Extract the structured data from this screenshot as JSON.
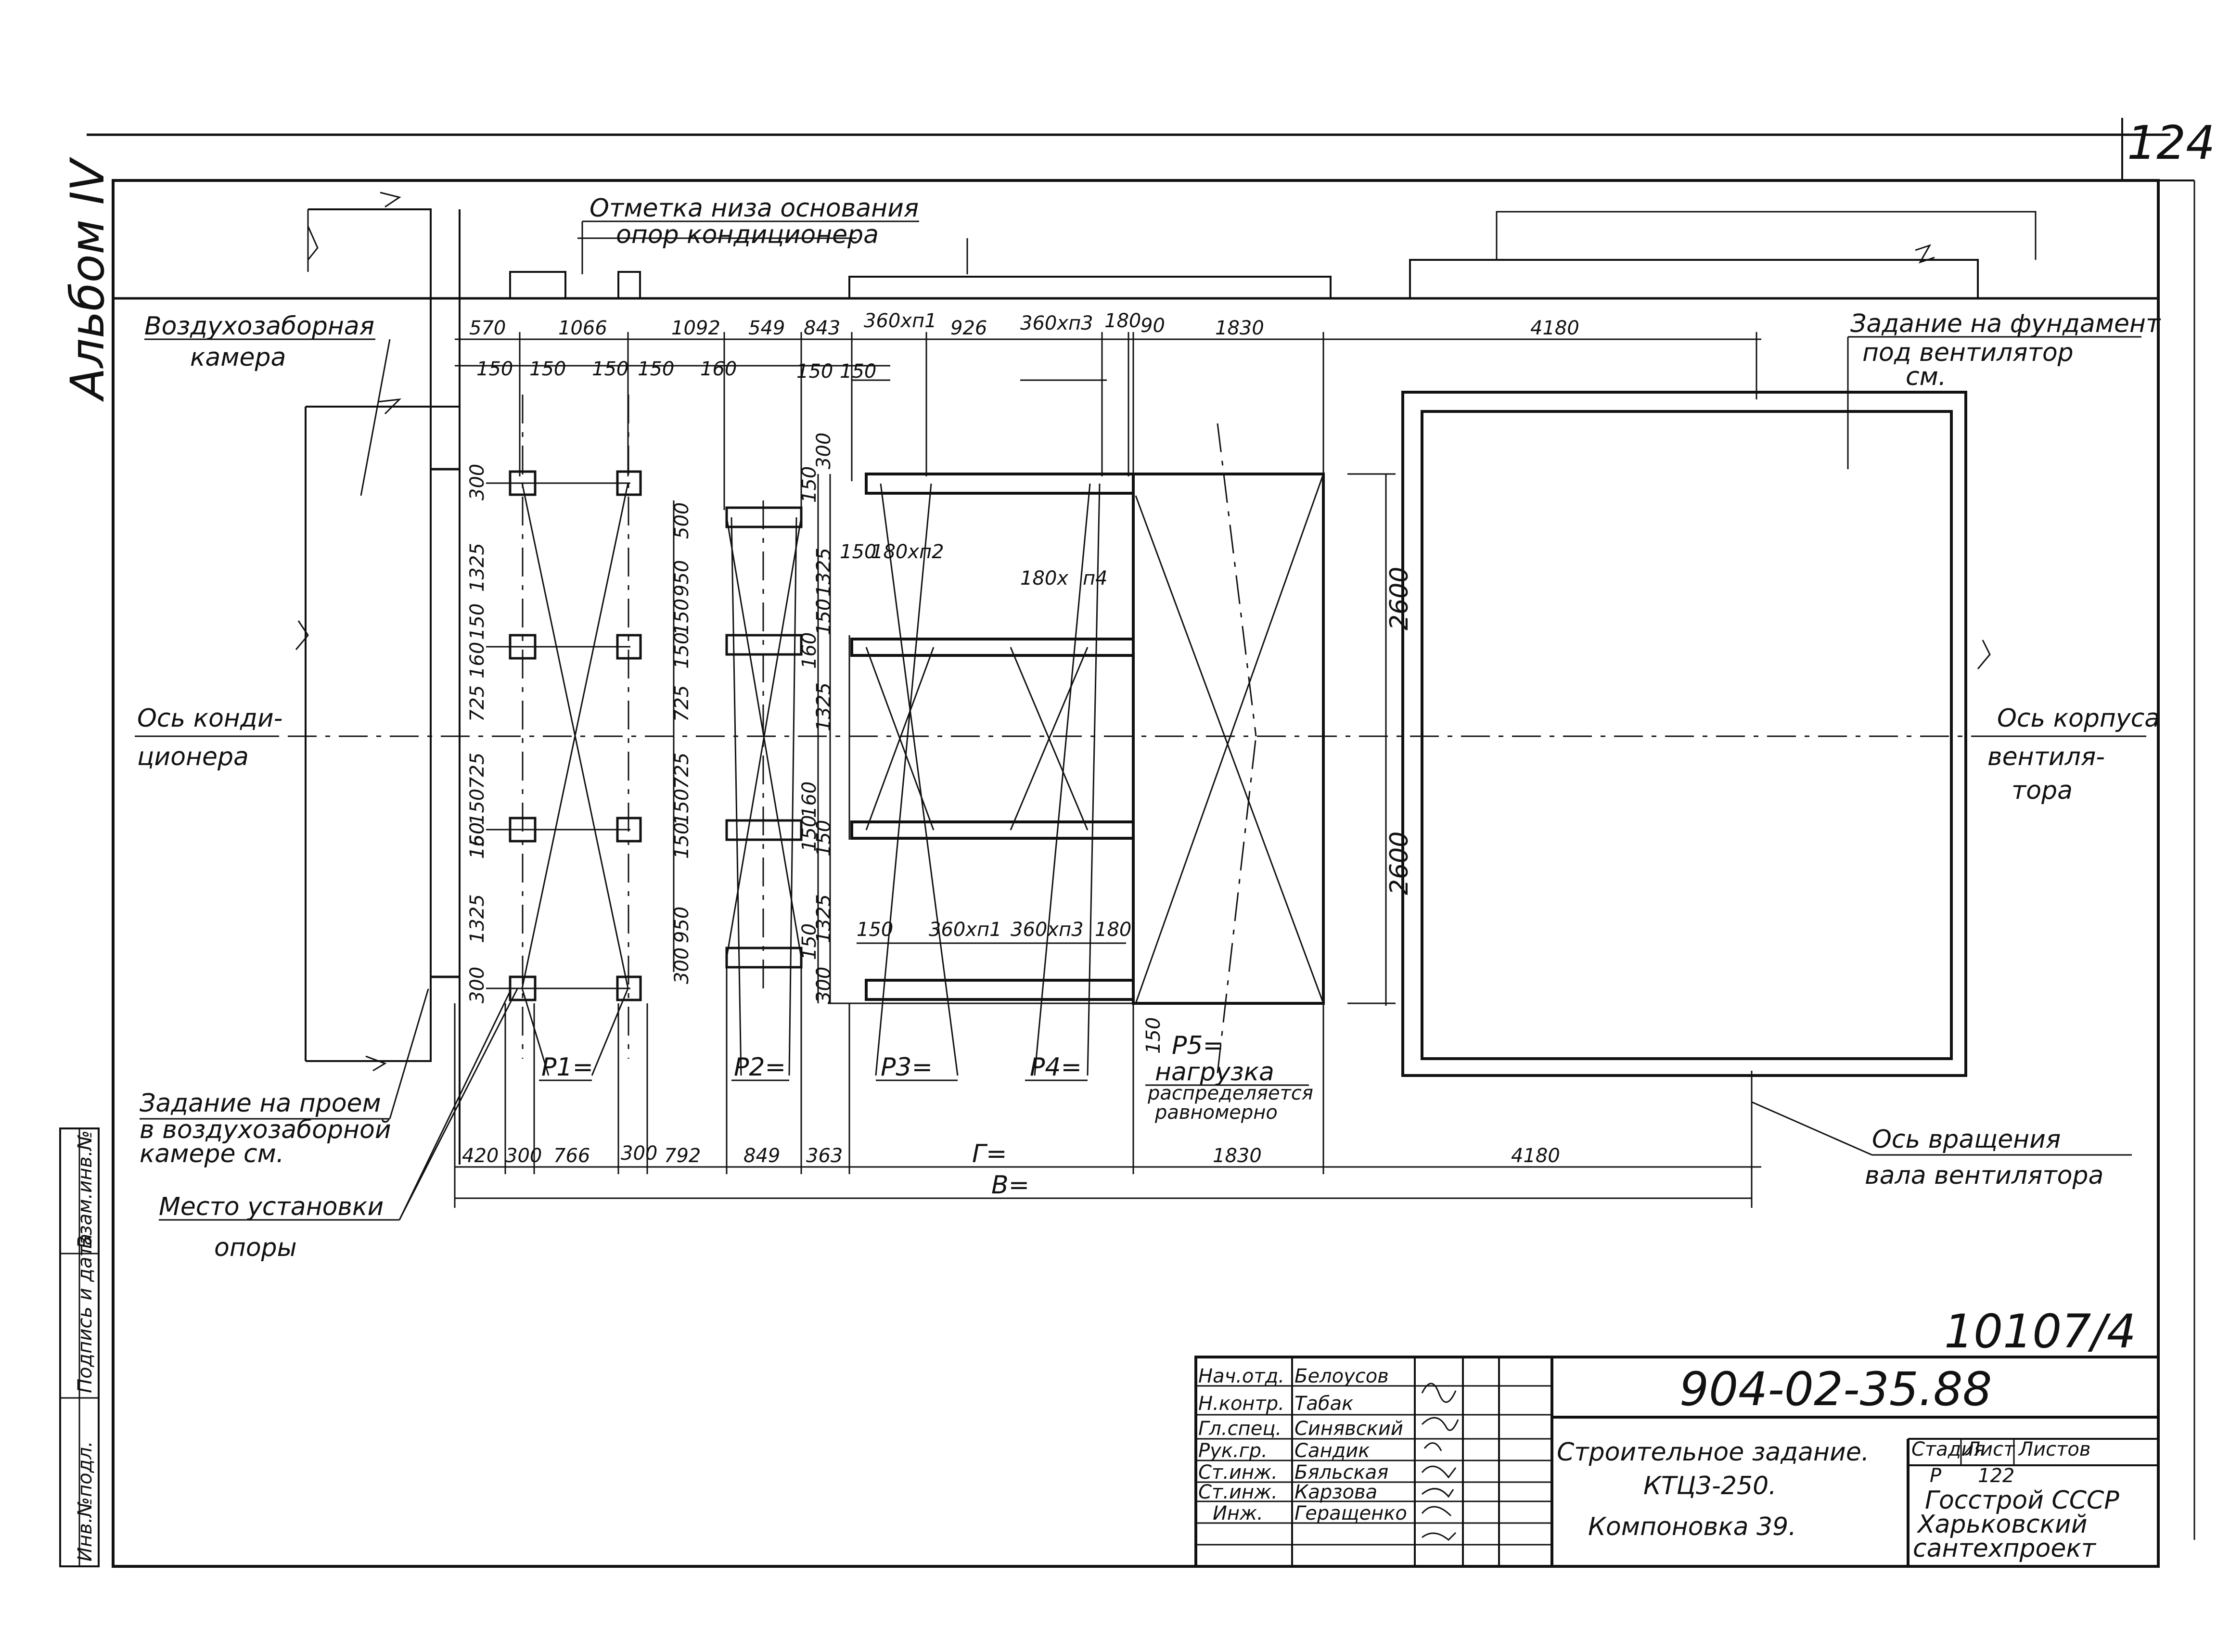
{
  "sheet": {
    "page_number": "124",
    "album": "Альбом IV",
    "inventory": "10107/4",
    "left_strip": [
      "Инв.№подл.",
      "Подпись и дата",
      "Взам.инв.№"
    ]
  },
  "labels": {
    "note_marks_line1": "Отметка низа основания",
    "note_marks_line2": "опор кондиционера",
    "intake_line1": "Воздухозаборная",
    "intake_line2": "камера",
    "foundation_line1": "Задание на фундамент",
    "foundation_line2": "под вентилятор",
    "foundation_line3": "см.",
    "axis_cond_line1": "Ось конди-",
    "axis_cond_line2": "ционера",
    "axis_fan_line1": "Ось корпуса",
    "axis_fan_line2": "вентиля-",
    "axis_fan_line3": "тора",
    "opening_line1": "Задание на проем",
    "opening_line2": "в воздухозаборной",
    "opening_line3": "камере см.",
    "support_line1": "Место установки",
    "support_line2": "опоры",
    "rotation_line1": "Ось вращения",
    "rotation_line2": "вала вентилятора",
    "p5_line1": "P5=",
    "p5_line2": "нагрузка",
    "p5_line3": "распределяется",
    "p5_line4": "равномерно",
    "p1": "P1=",
    "p2": "P2=",
    "p3": "P3=",
    "p4": "P4=",
    "gamma": "Г=",
    "b": "В="
  },
  "dims_top": [
    "570",
    "1066",
    "1092",
    "549",
    "843",
    "360хп1",
    "926",
    "360хп3",
    "180",
    "90",
    "1830",
    "4180"
  ],
  "dims_small": [
    "150",
    "150",
    "150",
    "150",
    "160",
    "150",
    "150",
    "180хп2",
    "180х",
    "п4",
    "150"
  ],
  "dims_bottom": [
    "420",
    "300",
    "766",
    "300",
    "792",
    "849",
    "363",
    "1830",
    "4180"
  ],
  "dims_bottom_inner": [
    "150",
    "360хп1",
    "360хп3",
    "180",
    "150"
  ],
  "dims_vert_left": [
    "300",
    "1325",
    "150",
    "160",
    "725",
    "725",
    "150",
    "160",
    "150",
    "1325",
    "300"
  ],
  "dims_vert_mid": [
    "500",
    "950",
    "150",
    "150",
    "725",
    "725",
    "150",
    "150",
    "950",
    "300"
  ],
  "dims_vert_right": [
    "300",
    "150",
    "1325",
    "150",
    "160",
    "1325",
    "150",
    "160",
    "150",
    "1325",
    "150",
    "300"
  ],
  "dims_vert_fan": [
    "2600",
    "2600"
  ],
  "title_block": {
    "roles": [
      "Нач.отд.",
      "Н.контр.",
      "Гл.спец.",
      "Рук.гр.",
      "Ст.инж.",
      "Ст.инж.",
      "Инж."
    ],
    "names": [
      "Белоусов",
      "Табак",
      "Синявский",
      "Сандик",
      "Бяльская",
      "Карзова",
      "Геращенко"
    ],
    "doc_code": "904-02-35.88",
    "title_line1": "Строительное задание.",
    "title_line2": "КТЦ3-250.",
    "title_line3": "Компоновка 39.",
    "stage_header": "Стадия",
    "sheet_header": "Лист",
    "sheets_header": "Листов",
    "stage": "Р",
    "sheet": "122",
    "sheets": "",
    "org_line1": "Госстрой СССР",
    "org_line2": "Харьковский",
    "org_line3": "сантехпроект"
  }
}
